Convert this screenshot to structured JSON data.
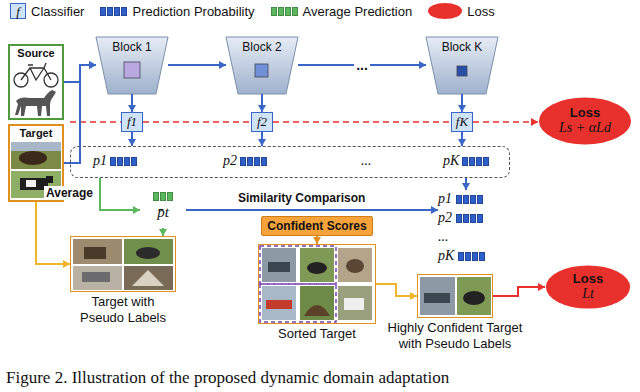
{
  "diagram": {
    "caption": "Figure 2. Illustration of the proposed dynamic domain adaptation",
    "nodes": [
      {
        "text": [
          "Source"
        ]
      },
      {
        "text": [
          "Target"
        ]
      },
      {
        "text": [
          "Block 1"
        ]
      },
      {
        "text": [
          "Block 2"
        ]
      },
      {
        "text": [
          "Block K"
        ]
      },
      {
        "text": [
          "f1"
        ]
      },
      {
        "text": [
          "f2"
        ]
      },
      {
        "text": [
          "fK"
        ]
      },
      {
        "text": [
          "Loss",
          "Ls + αLd"
        ]
      },
      {
        "text": [
          "p1",
          "p2",
          "...",
          "pK"
        ]
      },
      {
        "text": [
          "p̄t"
        ]
      },
      {
        "text": [
          "p1",
          "p2",
          "...",
          "pK"
        ]
      },
      {
        "text": [
          "Confident Scores"
        ]
      },
      {
        "text": [
          "Target with Pseudo Labels"
        ]
      },
      {
        "text": [
          "Sorted Target"
        ]
      },
      {
        "text": [
          "Highly Confident Target with Pseudo Labels"
        ]
      },
      {
        "text": [
          "Loss",
          "Lt"
        ]
      }
    ],
    "edges": [
      {
        "from": 0,
        "to": 2,
        "arrow": "to"
      },
      {
        "from": 1,
        "to": 2,
        "arrow": "to"
      },
      {
        "from": 2,
        "to": 3,
        "arrow": "to"
      },
      {
        "from": 3,
        "to": 4,
        "arrow": "to",
        "label": "..."
      },
      {
        "from": 2,
        "to": 5,
        "arrow": "to"
      },
      {
        "from": 3,
        "to": 6,
        "arrow": "to"
      },
      {
        "from": 4,
        "to": 7,
        "arrow": "to"
      },
      {
        "from": 5,
        "to": 6,
        "arrow": "none"
      },
      {
        "from": 6,
        "to": 7,
        "arrow": "none"
      },
      {
        "from": 7,
        "to": 8,
        "arrow": "to"
      },
      {
        "from": 5,
        "to": 9,
        "arrow": "to"
      },
      {
        "from": 6,
        "to": 9,
        "arrow": "to"
      },
      {
        "from": 7,
        "to": 9,
        "arrow": "to"
      },
      {
        "from": 9,
        "to": 10,
        "arrow": "to",
        "label": "Average"
      },
      {
        "from": 10,
        "to": 11,
        "arrow": "to",
        "label": "Similarity Comparison"
      },
      {
        "from": 9,
        "to": 11,
        "arrow": "to"
      },
      {
        "from": 12,
        "to": 14,
        "arrow": "to"
      },
      {
        "from": 1,
        "to": 13,
        "arrow": "to"
      },
      {
        "from": 10,
        "to": 13,
        "arrow": "to"
      },
      {
        "from": 14,
        "to": 15,
        "arrow": "to"
      },
      {
        "from": 15,
        "to": 16,
        "arrow": "to"
      }
    ],
    "labels": [
      "f"
    ],
    "legend": [
      {
        "text": "Classifier"
      },
      {
        "text": "Prediction Probability",
        "color": "#2f5fc8"
      },
      {
        "text": "Average Prediction",
        "color": "#5cb85c"
      },
      {
        "text": "Loss",
        "color": "#e8302c"
      }
    ]
  }
}
